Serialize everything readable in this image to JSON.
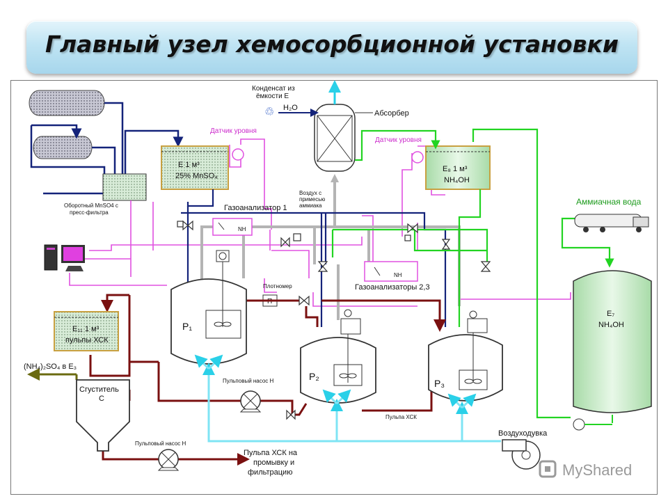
{
  "title": "Главный узел хемосорбционной установки",
  "labels": {
    "condensate": "Конденсат из",
    "condensate2": "ёмкости Е",
    "h2o": "H₂O",
    "absorber": "Абсорбер",
    "level_sensor_1": "Датчик уровня",
    "level_sensor_2": "Датчик уровня",
    "e_mnso4_1": "Е   1 м³",
    "e_mnso4_2": "25% MnSO₄",
    "e8_1": "Е₈ 1 м³",
    "e8_2": "NH₄OH",
    "gas_analyzer_1": "Газоанализатор 1",
    "gas_analyzers_23": "Газоанализаторы 2,3",
    "air_1": "Воздух с",
    "air_2": "примесью",
    "air_3": "аммиака",
    "ammonia_water": "Аммиачная вода",
    "e7_1": "Е₇",
    "e7_2": "NH₄OH",
    "recycle_1": "Оборотный MnSO4 с",
    "recycle_2": "пресс-фильтра",
    "densitometer": "Плотномер",
    "p_box": "П",
    "reactor_1": "P₁",
    "reactor_2": "P₂",
    "reactor_3": "P₃",
    "e11_1": "Е₁₁ 1 м³",
    "e11_2": "пульпы ХСК",
    "nh4so4": "(NH₄)₂SO₄ в Е₃",
    "thickener_1": "Сгуститель",
    "thickener_2": "С",
    "pulp_pump_top": "Пульповый насос Н",
    "pulp_pump_bottom": "Пульповый насос Н",
    "pulp_xck": "Пульпа ХСК",
    "pulp_wash_1": "Пульпа ХСК на",
    "pulp_wash_2": "промывку и",
    "pulp_wash_3": "фильтрацию",
    "blower": "Воздуходувка",
    "o2_nh": "NH",
    "watermark": "MyShared"
  },
  "colors": {
    "pipe_navy": "#14237a",
    "pipe_green": "#22d422",
    "pipe_gray": "#b4b4b4",
    "pipe_magenta": "#e050e0",
    "pipe_darkred": "#7a1010",
    "pipe_cyan": "#7fe4f4",
    "pipe_olive": "#6a6a10",
    "tank_fill": "#cfe9cf",
    "text_green": "#1b9a1b"
  }
}
